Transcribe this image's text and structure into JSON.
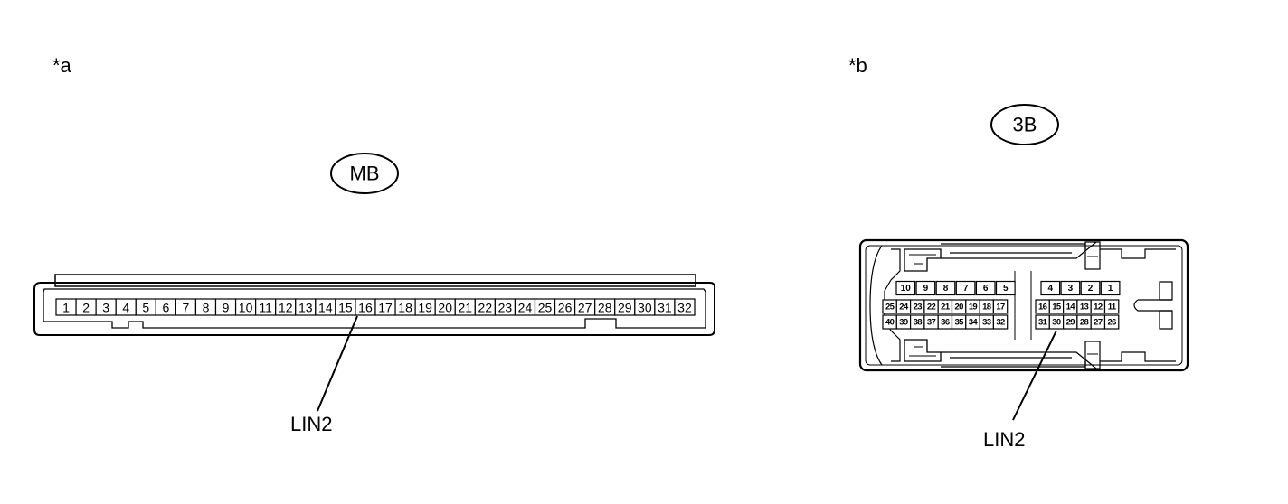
{
  "views": [
    {
      "label": "*a",
      "connector": "MB",
      "pins": [
        "1",
        "2",
        "3",
        "4",
        "5",
        "6",
        "7",
        "8",
        "9",
        "10",
        "11",
        "12",
        "13",
        "14",
        "15",
        "16",
        "17",
        "18",
        "19",
        "20",
        "21",
        "22",
        "23",
        "24",
        "25",
        "26",
        "27",
        "28",
        "29",
        "30",
        "31",
        "32"
      ],
      "callout": {
        "pin": "16",
        "text": "LIN2"
      }
    },
    {
      "label": "*b",
      "connector": "3B",
      "left_block": {
        "top": [
          "10",
          "9",
          "8",
          "7",
          "6",
          "5"
        ],
        "mid": [
          "25",
          "24",
          "23",
          "22",
          "21",
          "20",
          "19",
          "18",
          "17"
        ],
        "bot": [
          "40",
          "39",
          "38",
          "37",
          "36",
          "35",
          "34",
          "33",
          "32"
        ]
      },
      "right_block": {
        "top": [
          "4",
          "3",
          "2",
          "1"
        ],
        "mid": [
          "16",
          "15",
          "14",
          "13",
          "12",
          "11"
        ],
        "bot": [
          "31",
          "30",
          "29",
          "28",
          "27",
          "26"
        ]
      },
      "callout": {
        "pin": "30",
        "text": "LIN2"
      }
    }
  ]
}
